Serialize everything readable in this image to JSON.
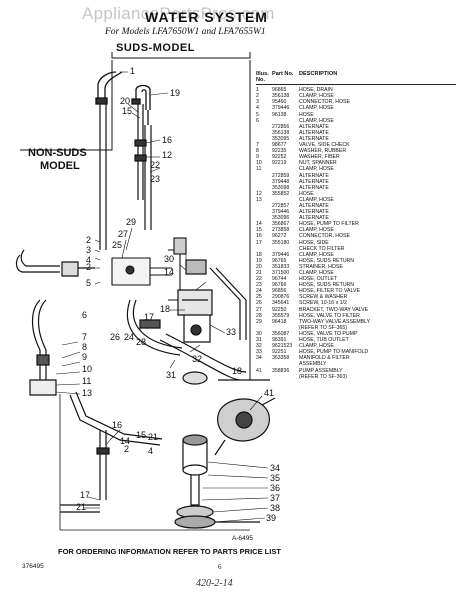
{
  "watermark": "AppliancePartsPros.com",
  "title": "WATER SYSTEM",
  "subtitle": "For Models LFA7650W1 and LFA7655W1",
  "suds_label": "SUDS-MODEL",
  "nonsuds_label": [
    "NON-SUDS",
    "MODEL"
  ],
  "figure_code": "A-6495",
  "footer": "FOR ORDERING INFORMATION REFER TO PARTS PRICE LIST",
  "doc_number": "376495",
  "page_number": "6",
  "handwritten_note": "420-2-14",
  "parts_list": {
    "headers": [
      "Illus. No.",
      "Part No.",
      "DESCRIPTION"
    ],
    "rows": [
      [
        "1",
        "96865",
        "HOSE, DRAIN"
      ],
      [
        "2",
        "356138",
        "CLAMP, HOSE"
      ],
      [
        "3",
        "95460",
        "CONNECTOR, HOSE"
      ],
      [
        "4",
        "379446",
        "CLAMP, HOSE"
      ],
      [
        "5",
        "96138",
        "HOSE"
      ],
      [
        "6",
        "",
        "CLAMP, HOSE"
      ],
      [
        "",
        "272856",
        "ALTERNATE"
      ],
      [
        "",
        "356138",
        "ALTERNATE"
      ],
      [
        "",
        "353095",
        "ALTERNATE"
      ],
      [
        "7",
        "98677",
        "VALVE, SIDE CHECK"
      ],
      [
        "8",
        "92235",
        "WASHER, RUBBER"
      ],
      [
        "9",
        "92252",
        "WASHER, FIBER"
      ],
      [
        "10",
        "92219",
        "NUT, SPANNER"
      ],
      [
        "11",
        "",
        "CLAMP, HOSE"
      ],
      [
        "",
        "272859",
        "ALTERNATE"
      ],
      [
        "",
        "379448",
        "ALTERNATE"
      ],
      [
        "",
        "353098",
        "ALTERNATE"
      ],
      [
        "12",
        "355852",
        "HOSE"
      ],
      [
        "13",
        "",
        "CLAMP, HOSE"
      ],
      [
        "",
        "272857",
        "ALTERNATE"
      ],
      [
        "",
        "379446",
        "ALTERNATE"
      ],
      [
        "",
        "353096",
        "ALTERNATE"
      ],
      [
        "14",
        "356867",
        "HOSE, PUMP TO FILTER"
      ],
      [
        "15",
        "273858",
        "CLAMP, HOSE"
      ],
      [
        "16",
        "96272",
        "CONNECTOR, HOSE"
      ],
      [
        "17",
        "355180",
        "HOSE, SIDE"
      ],
      [
        "",
        "",
        "CHECK TO FILTER"
      ],
      [
        "18",
        "379446",
        "CLAMP, HOSE"
      ],
      [
        "19",
        "96765",
        "HOSE, SUDS RETURN"
      ],
      [
        "20",
        "351833",
        "STRAINER, HOSE"
      ],
      [
        "21",
        "371500",
        "CLAMP, HOSE"
      ],
      [
        "22",
        "96744",
        "HOSE, OUTLET"
      ],
      [
        "23",
        "96766",
        "HOSE, SUDS RETURN"
      ],
      [
        "24",
        "96856",
        "HOSE, FILTER TO VALVE"
      ],
      [
        "25",
        "290876",
        "SCREW & WASHER"
      ],
      [
        "26",
        "345641",
        "SCREW, 10-16 x 1/2"
      ],
      [
        "27",
        "92250",
        "BRACKET, TWO-WAY VALVE"
      ],
      [
        "28",
        "355579",
        "HOSE, VALVE TO FILTER"
      ],
      [
        "29",
        "96418",
        "TWO-WAY VALVE ASSEMBLY"
      ],
      [
        "",
        "",
        "(REFER TO SF-365)"
      ],
      [
        "30",
        "356087",
        "HOSE, VALVE TO PUMP"
      ],
      [
        "31",
        "96391",
        "HOSE, TUB OUTLET"
      ],
      [
        "32",
        "9621523",
        "CLAMP, HOSE"
      ],
      [
        "33",
        "92251",
        "HOSE, PUMP TO MANIFOLD"
      ],
      [
        "34",
        "363358",
        "MANIFOLD & FILTER"
      ],
      [
        "",
        "",
        "ASSEMBLY"
      ],
      [
        "41",
        "358836",
        "PUMP ASSEMBLY"
      ],
      [
        "",
        "",
        "(REFER TO SF-363)"
      ]
    ]
  },
  "callouts": [
    "1",
    "19",
    "20",
    "15",
    "16",
    "12",
    "22",
    "23",
    "2",
    "3",
    "4",
    "5",
    "2",
    "29",
    "27",
    "25",
    "30",
    "14",
    "18",
    "17",
    "26",
    "24",
    "32",
    "33",
    "28",
    "31",
    "6",
    "7",
    "8",
    "9",
    "10",
    "11",
    "13",
    "18",
    "41",
    "15",
    "14",
    "16",
    "2",
    "21",
    "4",
    "34",
    "35",
    "36",
    "37",
    "38",
    "39",
    "17",
    "21"
  ]
}
